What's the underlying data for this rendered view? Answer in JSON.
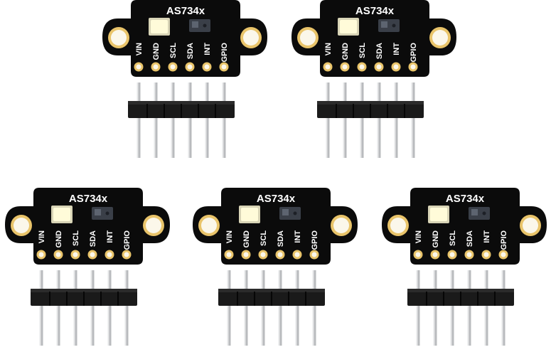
{
  "module": {
    "title": "AS734x",
    "pins": [
      "VIN",
      "GND",
      "SCL",
      "SDA",
      "INT",
      "GPIO"
    ]
  },
  "colors": {
    "pcb": "#0b0b0b",
    "pad_gold": "#e9c46a",
    "pad_hole": "#fbf7ea",
    "led": "#fffbd9",
    "pin_metal": "#b9bbbe",
    "header_plastic": "#1a1a1a"
  },
  "boards": [
    {
      "name": "board-top-left"
    },
    {
      "name": "board-top-right"
    },
    {
      "name": "board-bottom-left"
    },
    {
      "name": "board-bottom-center"
    },
    {
      "name": "board-bottom-right"
    }
  ]
}
